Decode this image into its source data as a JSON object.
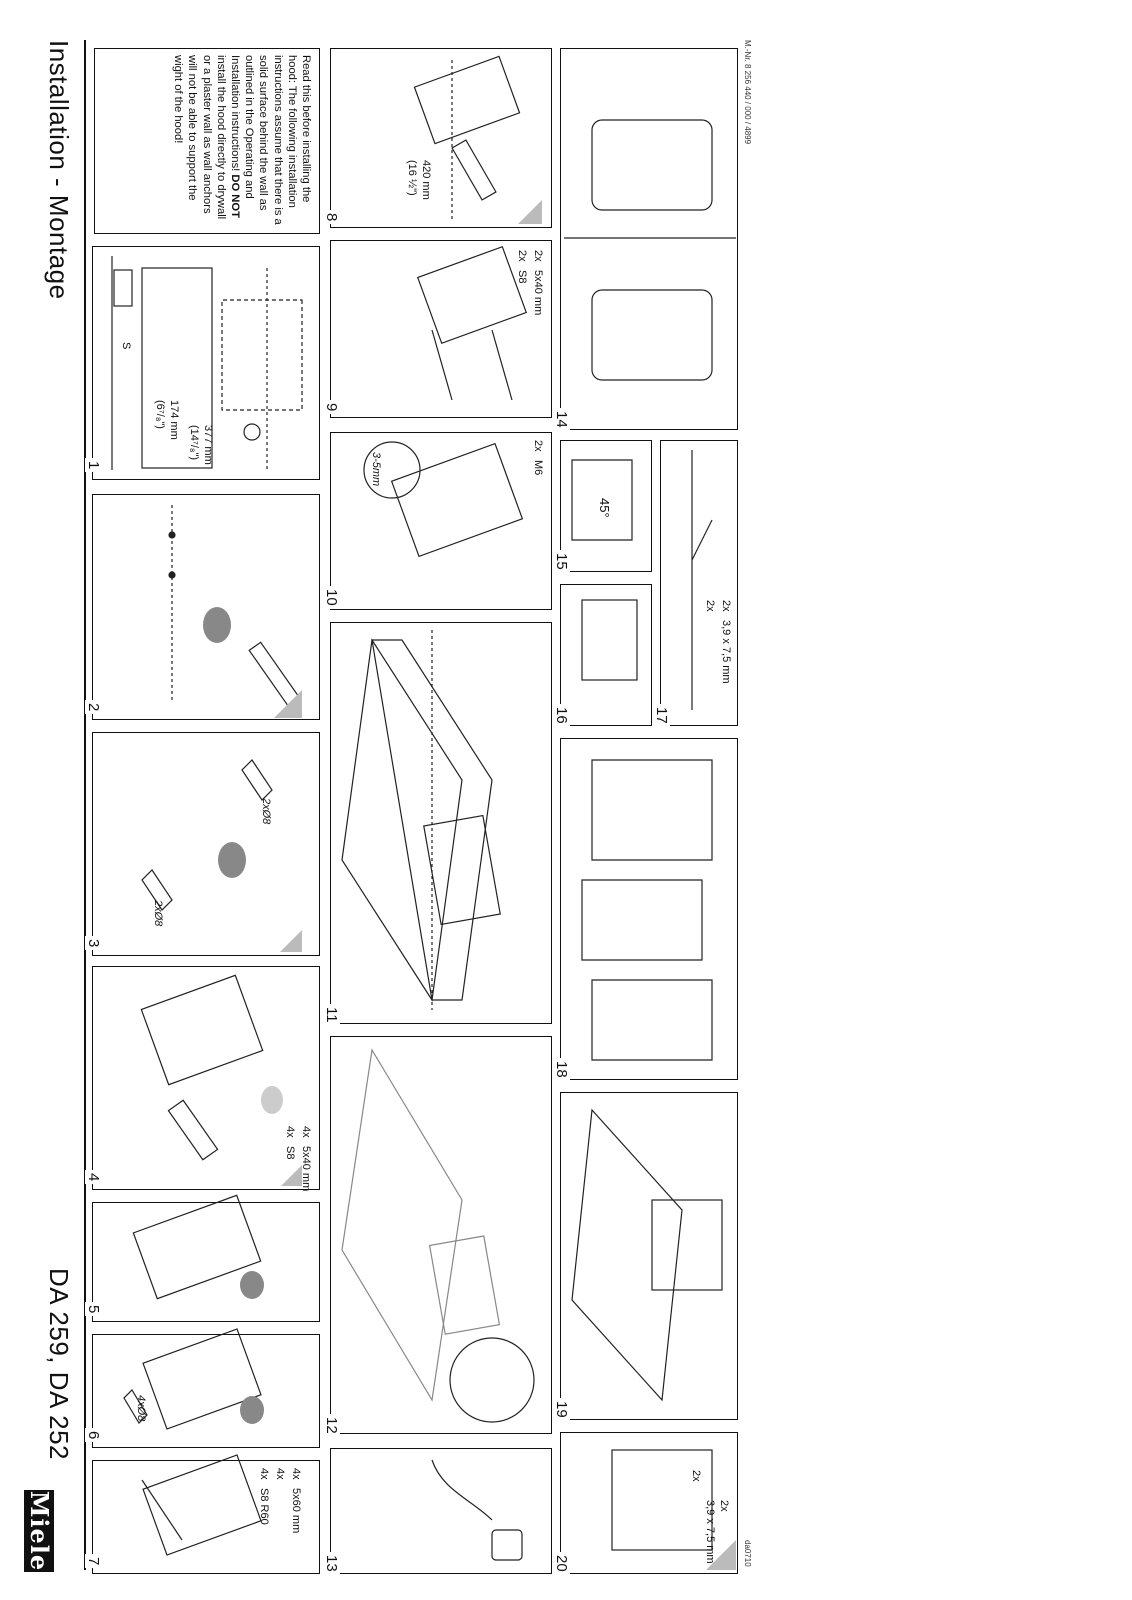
{
  "header": {
    "title": "Installation - Montage",
    "model": "DA 259, DA 252",
    "brand": "Miele"
  },
  "note": {
    "text_a": "Read this before installing the hood: The following installation instructions assume that there is a solid surface behind the wall as outlined in the Operating and Installation instructions!",
    "strong": "DO NOT",
    "text_b": " install the hood directly to drywall or a plaster wall as wall anchors will not be able to support the wight of the hood!"
  },
  "steps": [
    "1",
    "2",
    "3",
    "4",
    "5",
    "6",
    "7",
    "8",
    "9",
    "10",
    "11",
    "12",
    "13",
    "14",
    "15",
    "16",
    "17",
    "18",
    "19",
    "20"
  ],
  "step1": {
    "dim1": "377 mm",
    "dim1_in": "(14⁷/₈\")",
    "dim2": "174 mm",
    "dim2_in": "(6⁷/₈\")",
    "s": "S"
  },
  "step3": {
    "drill": "2xØ8",
    "drill2": "2xØ8"
  },
  "step4": {
    "qty_screw": "4x",
    "screw": "5x40 mm",
    "qty_plug": "4x",
    "plug": "S8"
  },
  "step6": {
    "drill": "4xØ8"
  },
  "step7": {
    "qty_screw": "4x",
    "screw": "5x60 mm",
    "qty_washer": "4x",
    "qty_plug": "4x",
    "plug": "S8 R60"
  },
  "step8": {
    "dim": "420 mm",
    "dim_in": "(16 ½\")"
  },
  "step9": {
    "qty_screw": "2x",
    "screw": "5x40 mm",
    "qty_plug": "2x",
    "plug": "S8"
  },
  "step10": {
    "gap": "3-5mm",
    "qty_nut": "2x",
    "nut": "M6"
  },
  "step15": {
    "angle": "45°"
  },
  "step17": {
    "qty_screw": "2x",
    "screw": "3,9 x 7,5 mm",
    "qty_cap": "2x"
  },
  "step20": {
    "qty_screw": "2x",
    "screw": "3,9 x 7,5 mm",
    "qty_cap": "2x"
  },
  "footer": {
    "code": "M.-Nr. 8 256 440 / 000 / 4899",
    "ref": "da0710"
  }
}
